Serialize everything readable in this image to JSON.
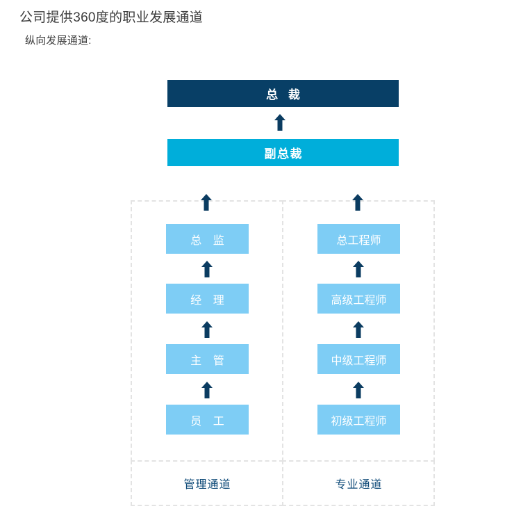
{
  "header": {
    "title": "公司提供360度的职业发展通道",
    "subtitle": "纵向发展通道:"
  },
  "colors": {
    "executive_navy": "#083f66",
    "vice_cyan": "#00aeda",
    "node_light_blue": "#7ecdf5",
    "dashed_border": "#e3e3e3",
    "label_text": "#0e4a78",
    "heading_text": "#3d3d3d",
    "arrow": "#0b3c61"
  },
  "chart_data": {
    "type": "diagram",
    "title": "公司提供360度的职业发展通道",
    "subtitle": "纵向发展通道:",
    "top_nodes": [
      {
        "label": "总 裁",
        "level": 1,
        "color": "#083f66"
      },
      {
        "label": "副总裁",
        "level": 2,
        "color": "#00aeda"
      }
    ],
    "tracks": [
      {
        "name": "管理通道",
        "nodes": [
          {
            "label": "总 监",
            "rank": 4
          },
          {
            "label": "经 理",
            "rank": 3
          },
          {
            "label": "主 管",
            "rank": 2
          },
          {
            "label": "员 工",
            "rank": 1
          }
        ]
      },
      {
        "name": "专业通道",
        "nodes": [
          {
            "label": "总工程师",
            "rank": 4
          },
          {
            "label": "高级工程师",
            "rank": 3
          },
          {
            "label": "中级工程师",
            "rank": 2
          },
          {
            "label": "初级工程师",
            "rank": 1
          }
        ]
      }
    ],
    "arrows": [
      {
        "from": "副总裁",
        "to": "总 裁"
      },
      {
        "from": "管理通道",
        "to": "副总裁"
      },
      {
        "from": "专业通道",
        "to": "副总裁"
      },
      {
        "from": "经 理",
        "to": "总 监"
      },
      {
        "from": "主 管",
        "to": "经 理"
      },
      {
        "from": "员 工",
        "to": "主 管"
      },
      {
        "from": "高级工程师",
        "to": "总工程师"
      },
      {
        "from": "中级工程师",
        "to": "高级工程师"
      },
      {
        "from": "初级工程师",
        "to": "中级工程师"
      }
    ]
  },
  "nodes": {
    "exec": "总 裁",
    "vice_exec": "副总裁",
    "mgmt": {
      "r1": "总 监",
      "r2": "经 理",
      "r3": "主 管",
      "r4": "员 工",
      "track_label": "管理通道"
    },
    "prof": {
      "r1": "总工程师",
      "r2": "高级工程师",
      "r3": "中级工程师",
      "r4": "初级工程师",
      "track_label": "专业通道"
    }
  },
  "icons": {
    "arrow_up": "arrow-up-icon"
  }
}
